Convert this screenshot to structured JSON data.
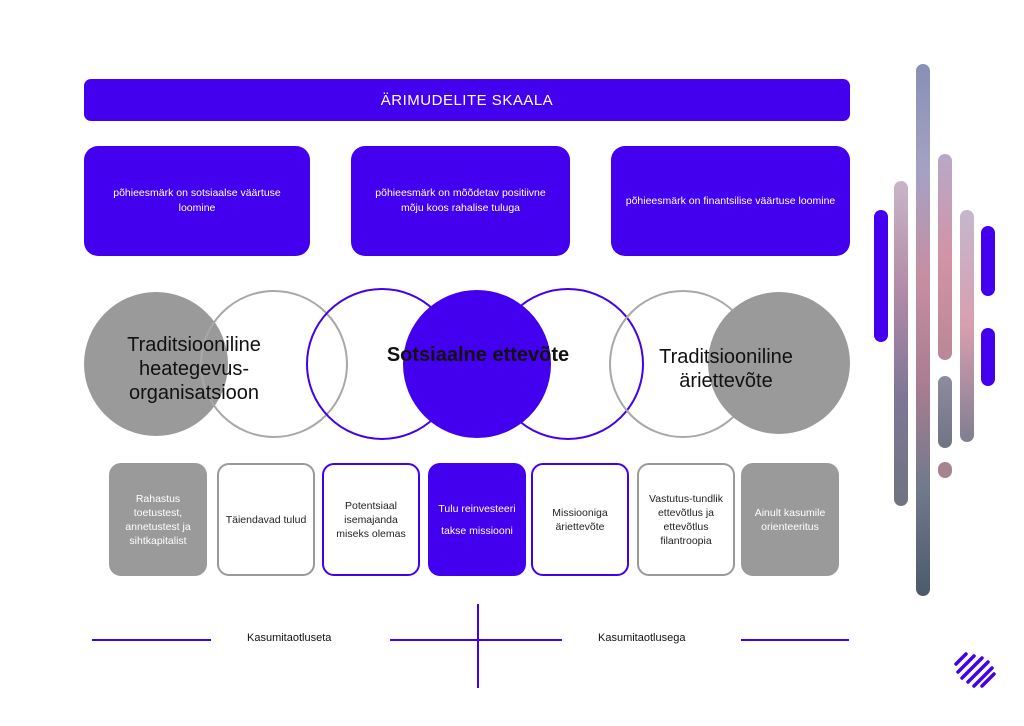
{
  "banner": {
    "title": "ÄRIMUDELITE SKAALA"
  },
  "goals": [
    {
      "text": "põhieesmärk on sotsiaalse väärtuse loomine"
    },
    {
      "text": "põhieesmärk on mõõdetav positiivne mõju koos rahalise tuluga"
    },
    {
      "text": "põhieesmärk on finantsilise väärtuse loomine"
    }
  ],
  "circles": {
    "left_label": "Traditsiooniline heategevus-organisatsioon",
    "center_label": "Sotsiaalne ettevõte",
    "right_label": "Traditsiooniline äriettevõte"
  },
  "cards": [
    {
      "lines": [
        "Rahastus toetustest, annetustest ja sihtkapitalist"
      ],
      "style": "gray"
    },
    {
      "lines": [
        "Täiendavad tulud"
      ],
      "style": "outline-gray"
    },
    {
      "lines": [
        "Potentsiaal isemajanda miseks olemas"
      ],
      "style": "outline-blue"
    },
    {
      "lines": [
        "Tulu reinvesteeri",
        "takse missiooni"
      ],
      "style": "filled-blue"
    },
    {
      "lines": [
        "Missiooniga äriettevõte"
      ],
      "style": "outline-blue"
    },
    {
      "lines": [
        "Vastutus-tundlik ettevõtlus ja ettevõtlus filantroopia"
      ],
      "style": "outline-gray"
    },
    {
      "lines": [
        "Ainult kasumile orienteeritus"
      ],
      "style": "gray"
    }
  ],
  "axis": {
    "left_label": "Kasumitaotluseta",
    "right_label": "Kasumitaotlusega"
  },
  "colors": {
    "accent": "#4300ee",
    "gray": "#9a9a9a",
    "light_gray": "#a8a8a8"
  },
  "icons": {
    "logo": "striped-diamond-logo-icon"
  }
}
